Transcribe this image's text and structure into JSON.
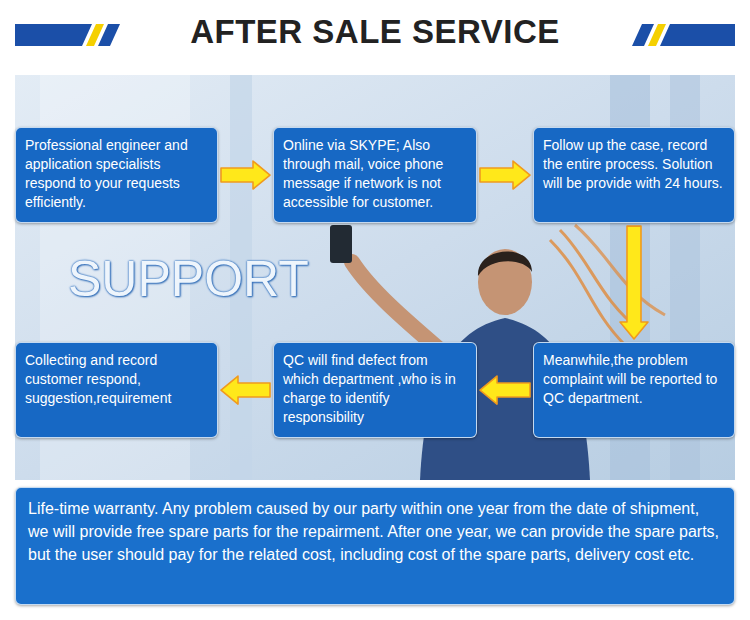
{
  "diagram": {
    "title": "AFTER SALE SERVICE",
    "nodes": [
      {
        "text": [
          "Professional engineer and application specialists respond to your requests efficiently."
        ]
      },
      {
        "text": [
          "Online via SKYPE; Also through mail, voice phone message if network is not accessible for customer."
        ]
      },
      {
        "text": [
          "Follow up the case, record the entire process. Solution will be provide with 24 hours."
        ]
      },
      {
        "text": [
          "Meanwhile,the problem complaint will be reported to QC department."
        ]
      },
      {
        "text": [
          "QC will find defect from which department ,who is in charge to identify responsibility"
        ]
      },
      {
        "text": [
          "Collecting and record customer respond, suggestion,requirement"
        ]
      },
      {
        "text": [
          "Life-time warranty. Any problem caused by our party within one year from the date of shipment, we will provide free spare parts for the repairment. After one year, we can provide the spare parts, but the user should pay for the related cost, including cost of the spare parts, delivery cost etc."
        ]
      }
    ],
    "edges": [
      {
        "from": 0,
        "to": 1,
        "arrow": "to"
      },
      {
        "from": 1,
        "to": 2,
        "arrow": "to"
      },
      {
        "from": 2,
        "to": 3,
        "arrow": "to"
      },
      {
        "from": 3,
        "to": 4,
        "arrow": "to"
      },
      {
        "from": 4,
        "to": 5,
        "arrow": "to"
      }
    ],
    "labels": [
      "SUPPORT"
    ]
  }
}
